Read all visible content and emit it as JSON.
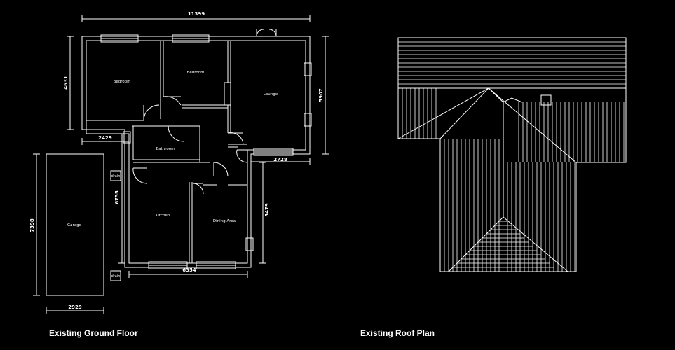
{
  "captions": {
    "ground_floor": "Existing Ground Floor",
    "roof_plan": "Existing Roof Plan"
  },
  "rooms": {
    "bedroom_1": "Bedroom",
    "bedroom_2": "Bedroom",
    "lounge": "Lounge",
    "bathroom": "Bathroom",
    "kitchen": "Kitchen",
    "dining": "Dining Area",
    "garage": "Garage"
  },
  "labels": {
    "drain_1": "drain",
    "drain_2": "drain"
  },
  "dimensions": {
    "overall_width": "11399",
    "bedroom_depth": "4631",
    "lounge_depth": "5907",
    "bedroom_step": "2429",
    "lounge_step": "2728",
    "kitchen_depth": "6755",
    "dining_depth": "5479",
    "rear_width": "6354",
    "garage_depth": "7398",
    "garage_width": "2929"
  },
  "colors": {
    "background": "#000000",
    "line": "#ffffff"
  }
}
